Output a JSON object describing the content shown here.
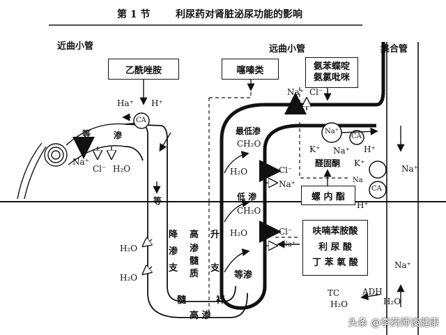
{
  "header": {
    "section": "第 1 节",
    "title": "利尿药对肾脏泌尿功能的影响"
  },
  "regions": {
    "proximal": "近曲小管",
    "distal": "远曲小管",
    "collecting": "集合管"
  },
  "drugs": {
    "acetazolamide": "乙酰唑胺",
    "thiazides": "噻嗪类",
    "triamterene_amiloride_1": "氨苯蝶啶",
    "triamterene_amiloride_2": "氨氯吡咪",
    "spironolactone": "螺 内 酯",
    "loop_1": "呋喃苯胺酸",
    "loop_2": "利 尿 酸",
    "loop_3": "丁 苯 氧 酸"
  },
  "labels": {
    "ha": "Ha⁺",
    "h_top": "H⁺",
    "ca": "CA",
    "na_prox": "Na⁺",
    "cl_prox": "Cl⁻",
    "h2o_prox": "H₂O",
    "iso1": "等",
    "iso2": "渗",
    "iso_desc": "等",
    "min_osm": "最低渗",
    "ch2o_1": "CH₂O",
    "h2o_asc1": "H₂O",
    "low_osm": "低 渗",
    "ch2o_2": "CH₂O",
    "h2o_asc2": "H₂O",
    "cl_a": "Cl⁻",
    "na_a": "Na⁺",
    "cl_b": "Cl⁻",
    "na_b": "Na⁺",
    "na_top": "Na⁺",
    "cl_top": "Cl⁻",
    "na_circle": "Na⁺",
    "k_1": "K⁺",
    "na_2": "Na⁺",
    "h_3": "H⁺",
    "aldosterone": "醛固酮",
    "k_2": "K⁺",
    "na_right": "Na⁺",
    "na_4": "Na",
    "h_4": "H⁺",
    "ca2": "CA",
    "ca3": "CA",
    "h2o_desc1": "H₂O",
    "h2o_desc2": "H₂O",
    "col_jiang": "降",
    "col_shen": "渗",
    "col_zhi": "支",
    "col_gao": "高",
    "col_shen2": "渗",
    "col_sui": "髓",
    "col_zhi2": "质",
    "col_sheng": "升",
    "col_zhi3": "支",
    "iso_bottom": "等渗",
    "sui": "髓",
    "pan": "袢",
    "gao_shen": "高 渗",
    "na_col": "Na⁺",
    "tc": "TC",
    "h2o_tc": "H₂O",
    "adh": "ADH",
    "h2o_adh": "H₂O"
  },
  "watermark": "头条 @李药师谈健康"
}
